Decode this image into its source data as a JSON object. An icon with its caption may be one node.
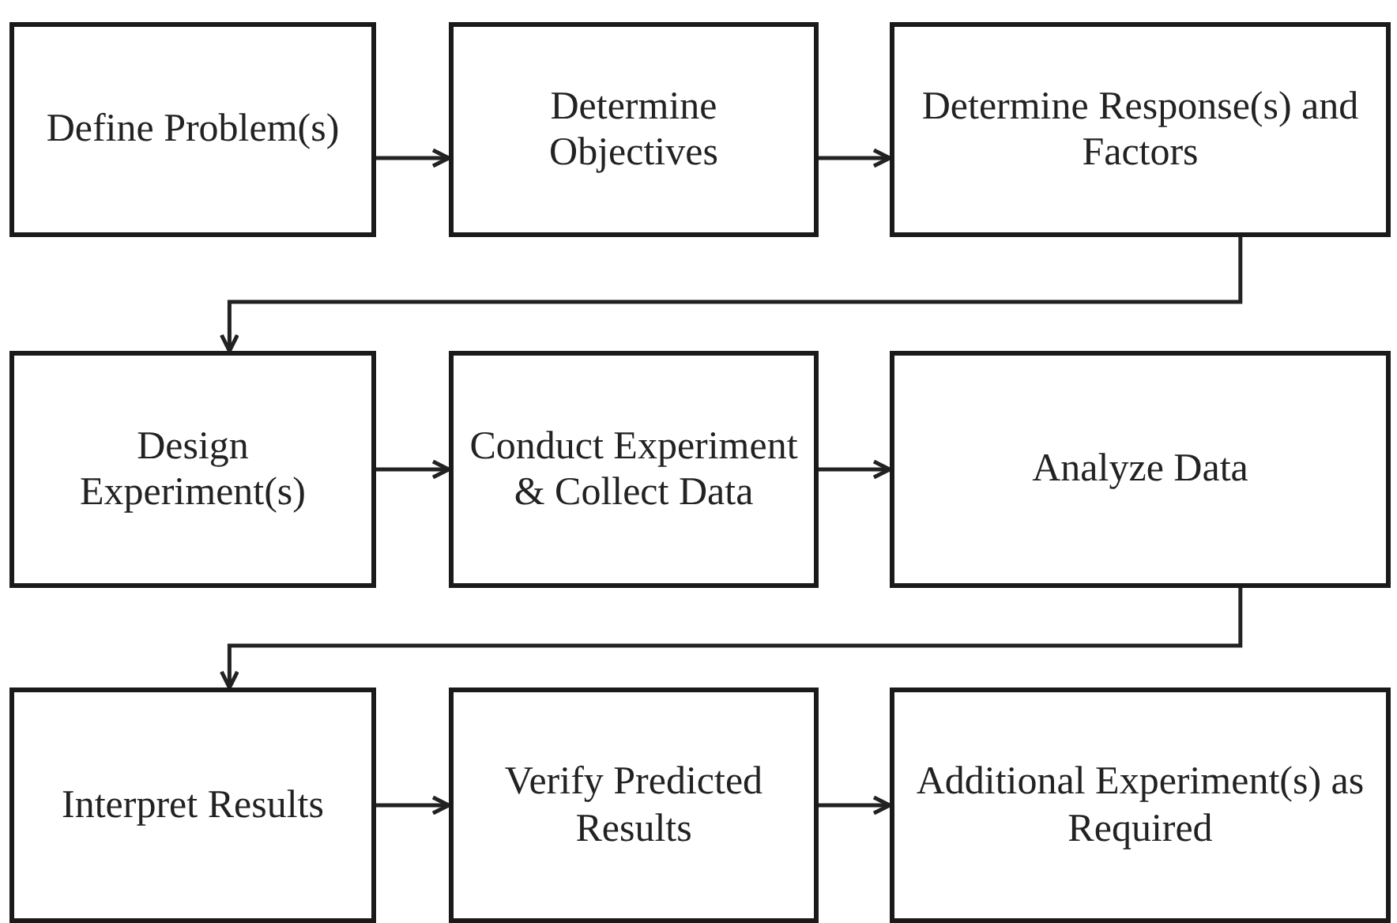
{
  "diagram": {
    "nodes": [
      {
        "text": [
          "Define Problem(s)"
        ]
      },
      {
        "text": [
          "Determine Objectives"
        ]
      },
      {
        "text": [
          "Determine Response(s) and Factors"
        ]
      },
      {
        "text": [
          "Design Experiment(s)"
        ]
      },
      {
        "text": [
          "Conduct Experiment & Collect Data"
        ]
      },
      {
        "text": [
          "Analyze Data"
        ]
      },
      {
        "text": [
          "Interpret Results"
        ]
      },
      {
        "text": [
          "Verify Predicted Results"
        ]
      },
      {
        "text": [
          "Additional Experiment(s) as Required"
        ]
      }
    ],
    "edges": [
      {
        "from": 0,
        "to": 1,
        "arrow": "to"
      },
      {
        "from": 1,
        "to": 2,
        "arrow": "to"
      },
      {
        "from": 2,
        "to": 3,
        "arrow": "to"
      },
      {
        "from": 3,
        "to": 4,
        "arrow": "to"
      },
      {
        "from": 4,
        "to": 5,
        "arrow": "to"
      },
      {
        "from": 5,
        "to": 6,
        "arrow": "to"
      },
      {
        "from": 6,
        "to": 7,
        "arrow": "to"
      },
      {
        "from": 7,
        "to": 8,
        "arrow": "to"
      }
    ]
  }
}
